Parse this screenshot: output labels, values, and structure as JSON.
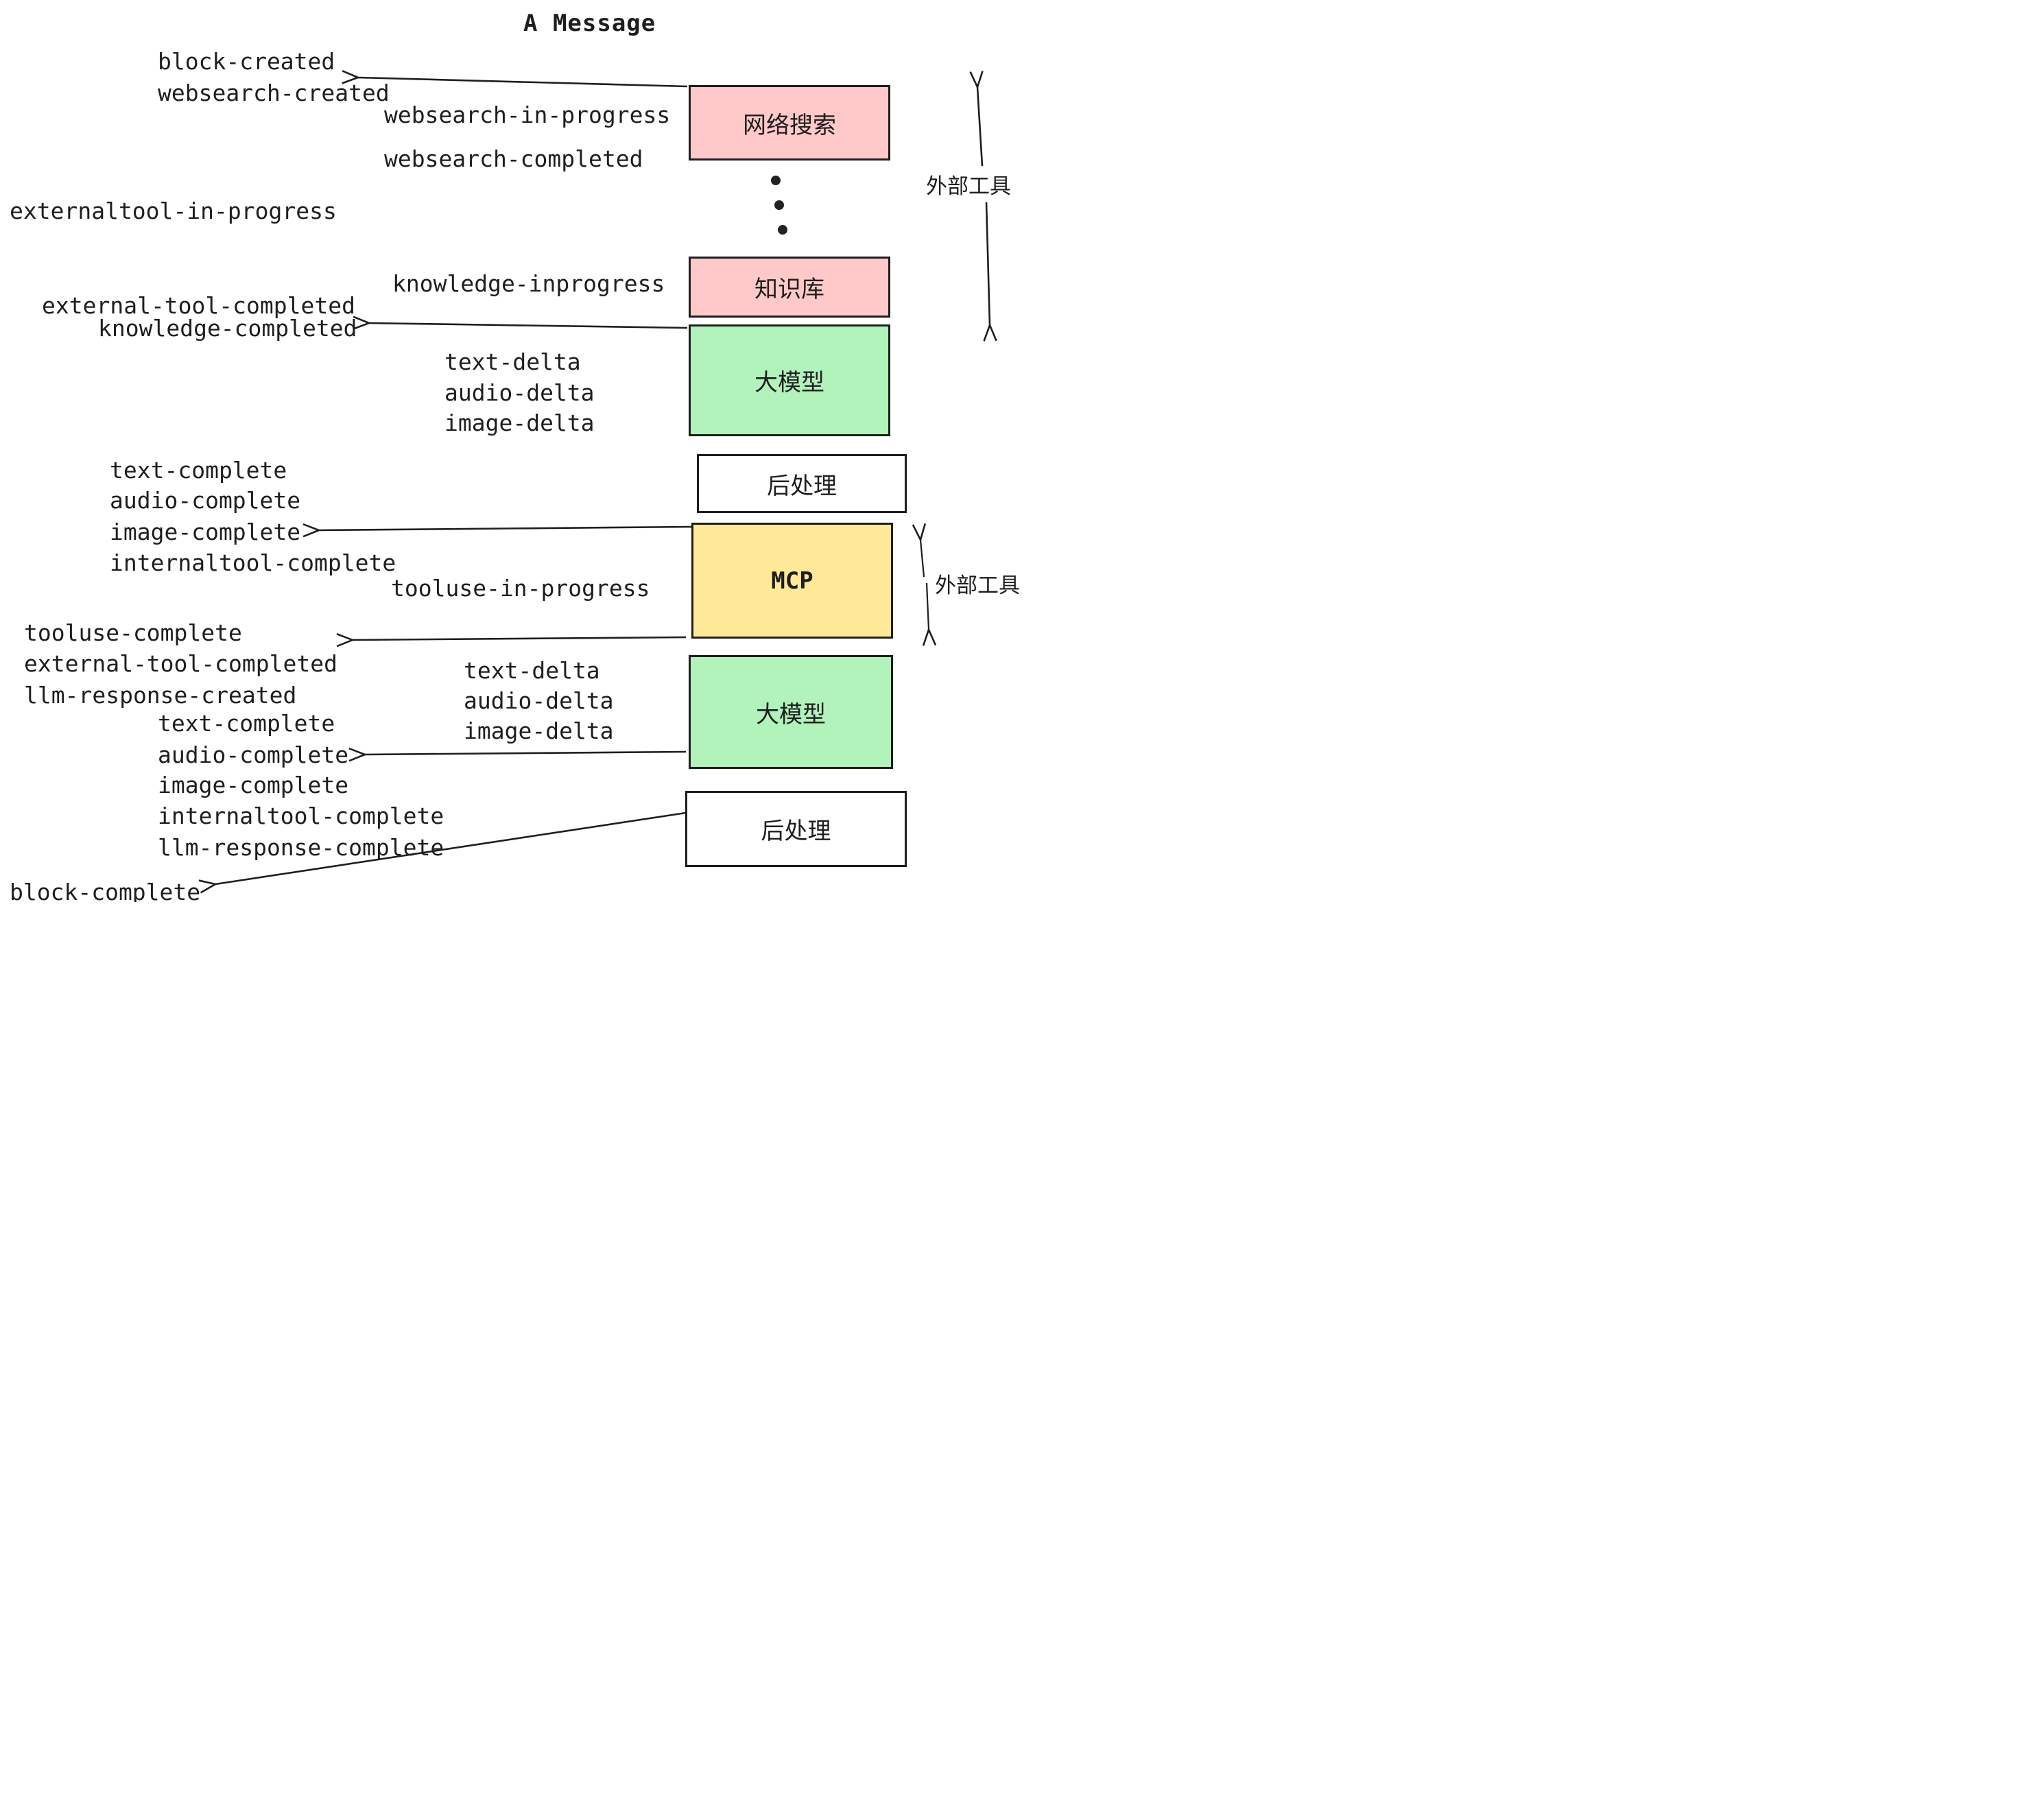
{
  "title": "A Message",
  "colors": {
    "pink": "#ffc9c9",
    "green": "#b2f2bb",
    "yellow": "#ffe999",
    "white": "#ffffff",
    "stroke": "#1e1e1e"
  },
  "boxes": {
    "websearch": "网络搜索",
    "knowledge": "知识库",
    "llm1": "大模型",
    "postprocess1": "后处理",
    "mcp": "MCP",
    "llm2": "大模型",
    "postprocess2": "后处理"
  },
  "side_labels": {
    "external_tool_top": "外部工具",
    "external_tool_bottom": "外部工具"
  },
  "events": {
    "block_created": "block-created",
    "websearch_created": "websearch-created",
    "websearch_in_progress": "websearch-in-progress",
    "websearch_completed": "websearch-completed",
    "externaltool_in_progress": "externaltool-in-progress",
    "knowledge_inprogress": "knowledge-inprogress",
    "external_tool_completed_1": "external-tool-completed",
    "knowledge_completed": "knowledge-completed",
    "text_delta_1": "text-delta",
    "audio_delta_1": "audio-delta",
    "image_delta_1": "image-delta",
    "text_complete_1": "text-complete",
    "audio_complete_1": "audio-complete",
    "image_complete_1": "image-complete",
    "internaltool_complete_1": "internaltool-complete",
    "tooluse_in_progress": "tooluse-in-progress",
    "tooluse_complete": "tooluse-complete",
    "external_tool_completed_2": "external-tool-completed",
    "llm_response_created": "llm-response-created",
    "text_complete_2": "text-complete",
    "audio_complete_2": "audio-complete",
    "image_complete_2": "image-complete",
    "internaltool_complete_2": "internaltool-complete",
    "llm_response_complete": "llm-response-complete",
    "block_complete": "block-complete"
  }
}
